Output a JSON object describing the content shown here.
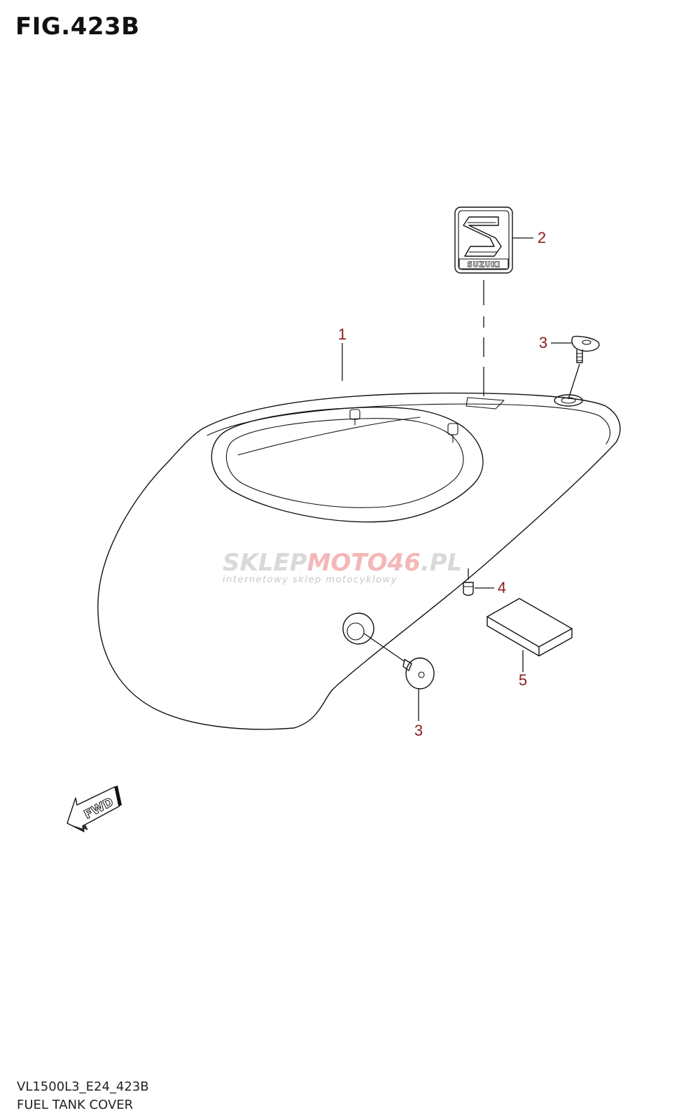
{
  "figure": {
    "title": "FIG.423B",
    "model_code": "VL1500L3_E24_423B",
    "name": "FUEL TANK COVER"
  },
  "callouts": [
    {
      "id": "callout-1",
      "label": "1"
    },
    {
      "id": "callout-2",
      "label": "2"
    },
    {
      "id": "callout-3-top",
      "label": "3"
    },
    {
      "id": "callout-3-bottom",
      "label": "3"
    },
    {
      "id": "callout-4",
      "label": "4"
    },
    {
      "id": "callout-5",
      "label": "5"
    }
  ],
  "emblem": {
    "text": "SUZUKI"
  },
  "fwd_arrow": {
    "text": "FWD"
  },
  "watermark": {
    "part1": "SKLEP",
    "part2": "MOTO",
    "part3": "46",
    "part4": ".PL",
    "tagline": "internetowy sklep motocyklowy"
  },
  "colors": {
    "callout": "#8b1a1a",
    "line": "#111111",
    "watermark_gray": "#d9d9d9",
    "watermark_red": "#f4b7b7"
  }
}
